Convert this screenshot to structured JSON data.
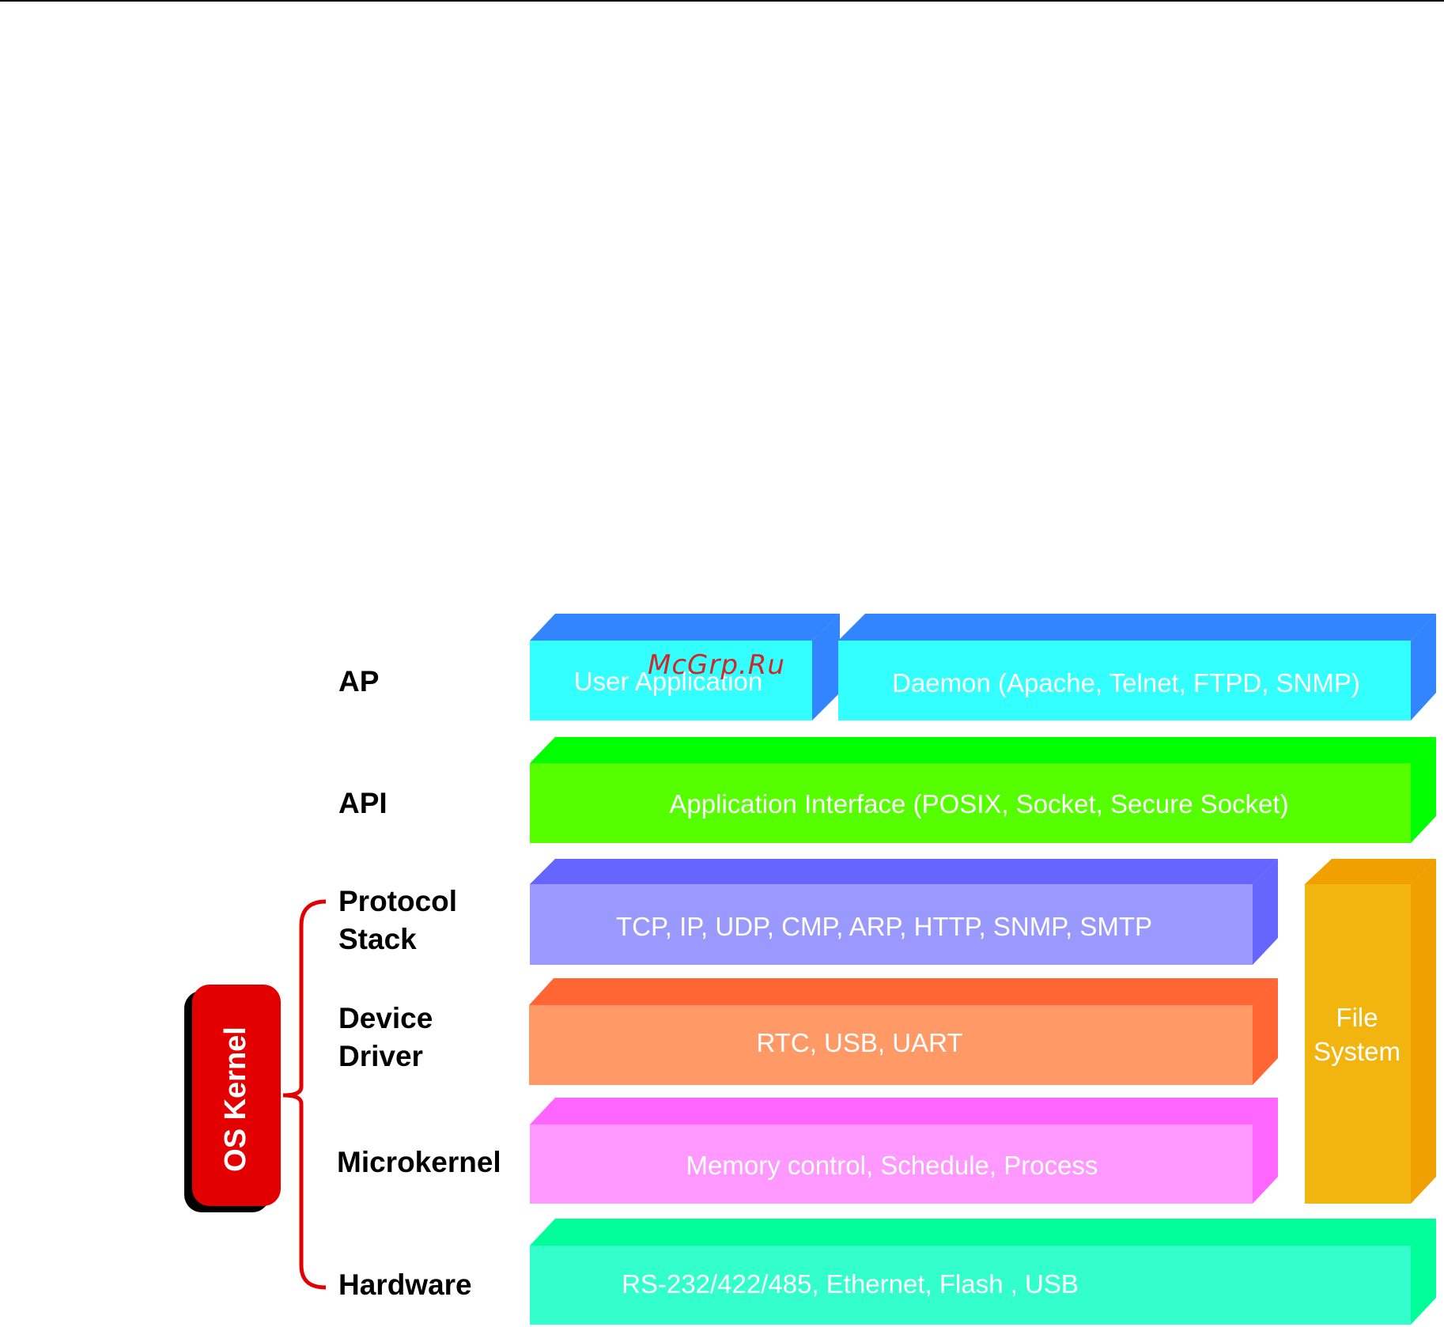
{
  "layers": {
    "ap": "AP",
    "api": "API",
    "protocol_stack": [
      "Protocol",
      "Stack"
    ],
    "device_driver": [
      "Device",
      "Driver"
    ],
    "microkernel": "Microkernel",
    "hardware": "Hardware"
  },
  "boxes": {
    "user_application": "User Application",
    "daemon": "Daemon (Apache, Telnet, FTPD, SNMP)",
    "application_interface": "Application Interface (POSIX, Socket, Secure Socket)",
    "protocols": "TCP, IP, UDP, CMP, ARP, HTTP, SNMP, SMTP",
    "drivers": "RTC, USB, UART",
    "microkernel": "Memory control, Schedule, Process",
    "hardware": "RS-232/422/485, Ethernet, Flash , USB",
    "file_system": [
      "File",
      "System"
    ]
  },
  "os_kernel": "OS Kernel",
  "watermark": "McGrp.Ru",
  "colors": {
    "user_app_front": "#33ffff",
    "user_app_top": "#3385ff",
    "api_front": "#55ff00",
    "api_top": "#00ff00",
    "protocol_front": "#9a99ff",
    "protocol_top": "#6666ff",
    "driver_front": "#ff9966",
    "driver_top": "#ff6633",
    "microkernel_front": "#ff99ff",
    "microkernel_top": "#ff66ff",
    "hardware_front": "#33ffcc",
    "hardware_top": "#00ff99",
    "file_system_front": "#f2b50f",
    "file_system_top": "#f0a000",
    "os_kernel": "#e30000",
    "bracket": "#e30000"
  }
}
